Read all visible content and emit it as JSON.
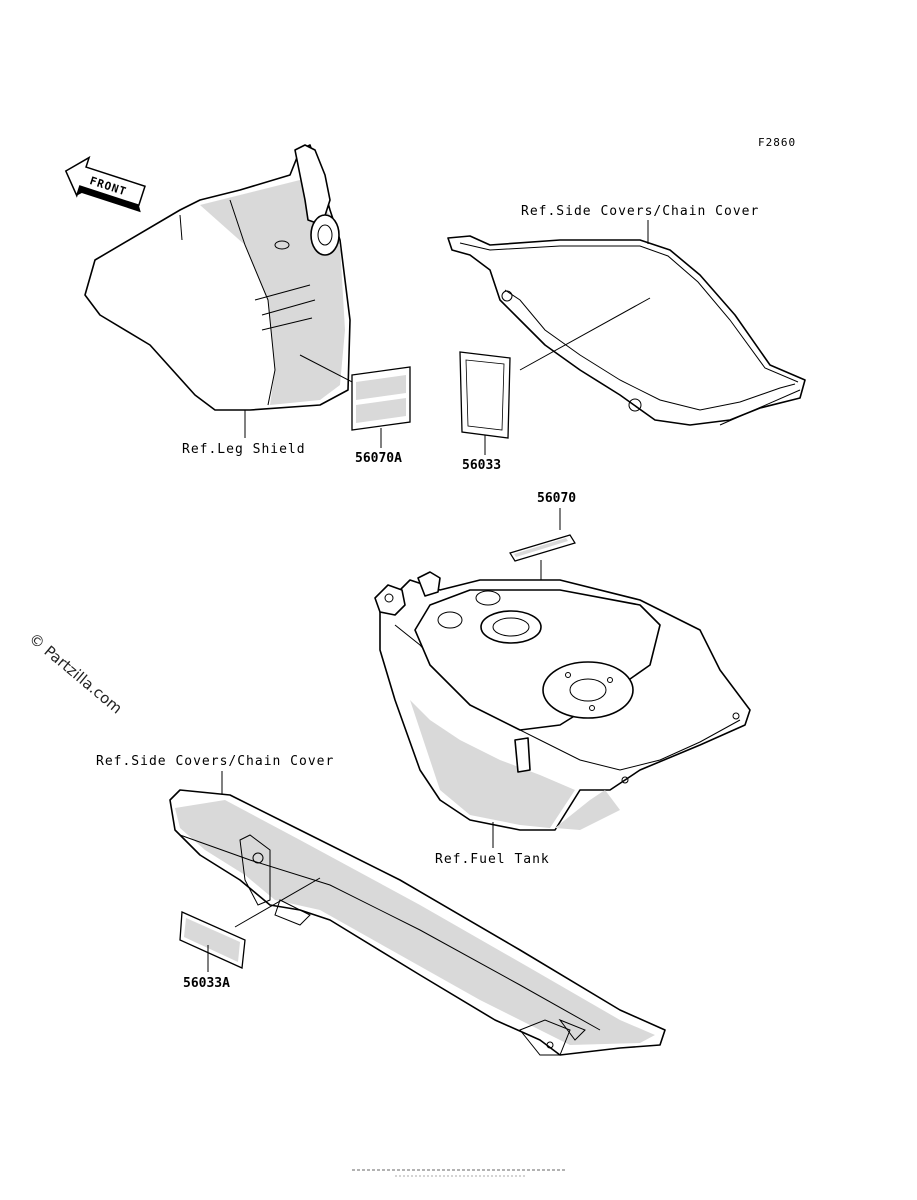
{
  "figure_id": "F2860",
  "watermark": "© Partzilla.com",
  "front_arrow": {
    "label": "FRONT",
    "icon": "front-arrow-icon"
  },
  "parts": [
    {
      "number": "56070A"
    },
    {
      "number": "56033"
    },
    {
      "number": "56070"
    },
    {
      "number": "56033A"
    }
  ],
  "references": {
    "leg_shield": "Ref.Leg Shield",
    "side_covers_top": "Ref.Side Covers/Chain Cover",
    "side_covers_bottom": "Ref.Side Covers/Chain Cover",
    "fuel_tank": "Ref.Fuel Tank"
  }
}
